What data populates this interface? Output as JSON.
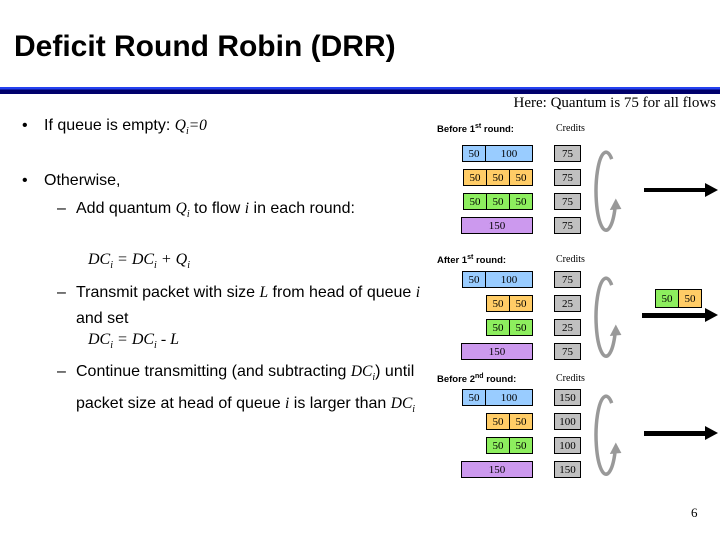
{
  "slide": {
    "title": "Deficit Round Robin (DRR)",
    "note": "Here: Quantum is 75 for all flows",
    "page_number": "6"
  },
  "bullets": {
    "bullet_char": "•",
    "dash_char": "–",
    "b1": {
      "t1": "If queue is empty: ",
      "m1": "Q",
      "s1": "i",
      "m2": "=0"
    },
    "b2": "Otherwise,",
    "d1": {
      "t1": "Add quantum ",
      "m1": "Q",
      "s1": "i",
      "t2": " to flow ",
      "m2": "i",
      "t3": " in each round:"
    },
    "eq1": {
      "m1": "DC",
      "s1": "i",
      "t1": " = ",
      "m2": "DC",
      "s2": "i",
      "t2": " + ",
      "m3": "Q",
      "s3": "i"
    },
    "d2": {
      "t1": "Transmit packet with size ",
      "m1": "L",
      "t2": " from head of queue ",
      "m2": "i",
      "t3": " and set"
    },
    "eq2": {
      "m1": "DC",
      "s1": "i",
      "t1": " = ",
      "m2": "DC",
      "s2": "i",
      "t2": " - ",
      "m3": "L"
    },
    "d3": {
      "t1": "Continue transmitting (and subtracting ",
      "m1": "DC",
      "s1": "i",
      "t2": ") until packet size at head of queue ",
      "m2": "i",
      "t3": " is larger than ",
      "m3": "DC",
      "s3": "i"
    }
  },
  "diagram": {
    "flow_colors": {
      "flow1": "#99CCFF",
      "flow2": "#FFCC66",
      "flow3": "#8DEE5E",
      "flow4": "#CC99EE"
    },
    "credit_color": "#C0C0C0",
    "sections": [
      {
        "label_pre": "Before 1",
        "label_sup": "st",
        "label_post": " round:",
        "credits_label": "Credits",
        "rows": [
          {
            "flow": "flow1",
            "packets": [
              50,
              100
            ],
            "credit": "75"
          },
          {
            "flow": "flow2",
            "packets": [
              50,
              50,
              50
            ],
            "credit": "75"
          },
          {
            "flow": "flow3",
            "packets": [
              50,
              50,
              50
            ],
            "credit": "75"
          },
          {
            "flow": "flow4",
            "packets": [
              150
            ],
            "credit": "75"
          }
        ],
        "wire_packets": []
      },
      {
        "label_pre": "After 1",
        "label_sup": "st",
        "label_post": " round:",
        "credits_label": "Credits",
        "rows": [
          {
            "flow": "flow1",
            "packets": [
              50,
              100
            ],
            "credit": "75"
          },
          {
            "flow": "flow2",
            "packets": [
              50,
              50
            ],
            "credit": "25"
          },
          {
            "flow": "flow3",
            "packets": [
              50,
              50
            ],
            "credit": "25"
          },
          {
            "flow": "flow4",
            "packets": [
              150
            ],
            "credit": "75"
          }
        ],
        "wire_packets": [
          {
            "flow": "flow3",
            "size": 50
          },
          {
            "flow": "flow2",
            "size": 50
          }
        ]
      },
      {
        "label_pre": "Before 2",
        "label_sup": "nd",
        "label_post": " round:",
        "credits_label": "Credits",
        "rows": [
          {
            "flow": "flow1",
            "packets": [
              50,
              100
            ],
            "credit": "150"
          },
          {
            "flow": "flow2",
            "packets": [
              50,
              50
            ],
            "credit": "100"
          },
          {
            "flow": "flow3",
            "packets": [
              50,
              50
            ],
            "credit": "100"
          },
          {
            "flow": "flow4",
            "packets": [
              150
            ],
            "credit": "150"
          }
        ],
        "wire_packets": []
      }
    ]
  }
}
